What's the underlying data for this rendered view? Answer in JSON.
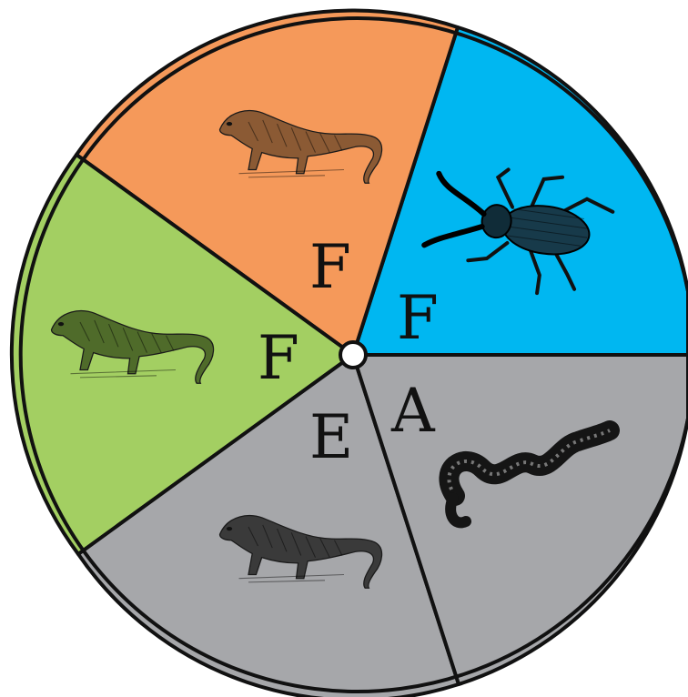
{
  "spinner": {
    "sectors": [
      {
        "id": "bug",
        "letter": "F",
        "color": "#00b7f1",
        "animal": "beetle-icon"
      },
      {
        "id": "ferret-orange",
        "letter": "F",
        "color": "#f5995a",
        "animal": "ferret-icon"
      },
      {
        "id": "ferret-green",
        "letter": "F",
        "color": "#a3cf62",
        "animal": "ferret-icon"
      },
      {
        "id": "ferret-gray",
        "letter": "E",
        "color": "#a6a7aa",
        "animal": "ferret-icon"
      },
      {
        "id": "snake",
        "letter": "A",
        "color": "#a6a7aa",
        "animal": "snake-icon"
      }
    ]
  }
}
